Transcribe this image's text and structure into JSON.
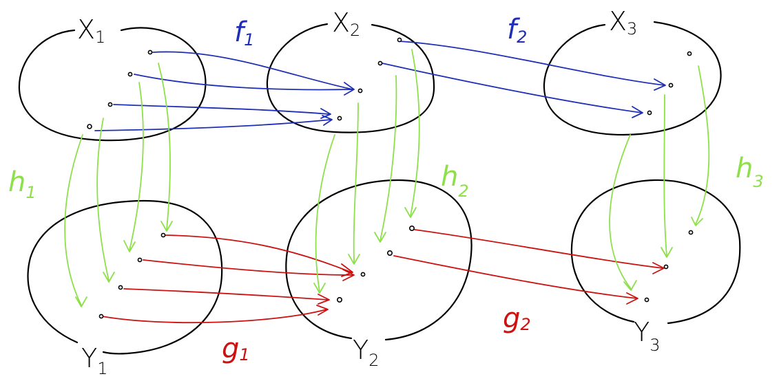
{
  "colors": {
    "outline": "#000000",
    "f_maps": "#1e2fb5",
    "g_maps": "#cc1111",
    "h_maps": "#8ee04a"
  },
  "sets": [
    {
      "id": "X1",
      "letter": "X",
      "index": "1"
    },
    {
      "id": "X2",
      "letter": "X",
      "index": "2"
    },
    {
      "id": "X3",
      "letter": "X",
      "index": "3"
    },
    {
      "id": "Y1",
      "letter": "Y",
      "index": "1"
    },
    {
      "id": "Y2",
      "letter": "Y",
      "index": "2"
    },
    {
      "id": "Y3",
      "letter": "Y",
      "index": "3"
    }
  ],
  "maps": {
    "f1": {
      "letter": "f",
      "index": "1",
      "color": "#1e2fb5"
    },
    "f2": {
      "letter": "f",
      "index": "2",
      "color": "#1e2fb5"
    },
    "g1": {
      "letter": "g",
      "index": "1",
      "color": "#cc1111"
    },
    "g2": {
      "letter": "g",
      "index": "2",
      "color": "#cc1111"
    },
    "h1": {
      "letter": "h",
      "index": "1",
      "color": "#8ee04a"
    },
    "h2": {
      "letter": "h",
      "index": "2",
      "color": "#8ee04a"
    },
    "h3": {
      "letter": "h",
      "index": "3",
      "color": "#8ee04a"
    }
  }
}
